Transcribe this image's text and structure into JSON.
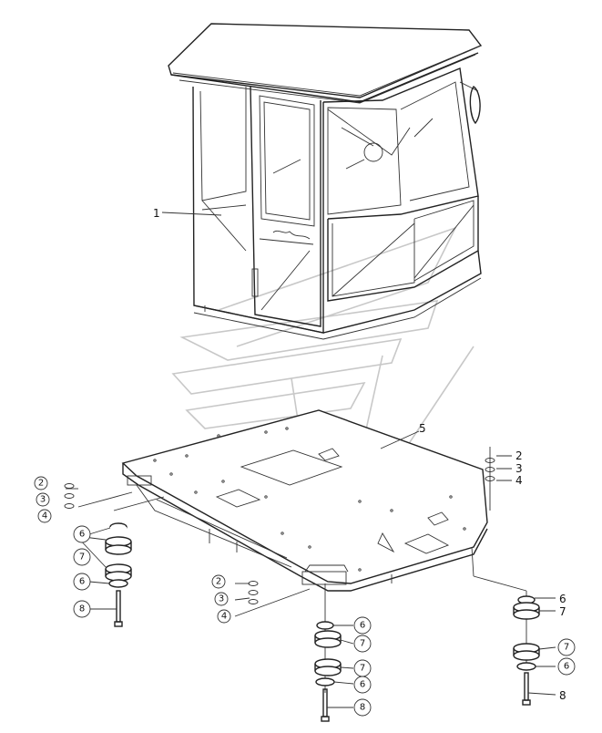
{
  "diagram": {
    "callouts": {
      "c1": "1",
      "c5": "5",
      "r_2": "2",
      "r_3": "3",
      "r_4": "4",
      "l_2": "2",
      "l_3": "3",
      "l_4": "4",
      "l_6a": "6",
      "l_7": "7",
      "l_6b": "6",
      "l_8": "8",
      "m_2": "2",
      "m_3": "3",
      "m_4": "4",
      "m_6a": "6",
      "m_7a": "7",
      "m_7b": "7",
      "m_6b": "6",
      "m_8": "8",
      "rr_6a": "6",
      "rr_7a": "7",
      "rr_7b": "7",
      "rr_6b": "6",
      "rr_8": "8"
    }
  }
}
